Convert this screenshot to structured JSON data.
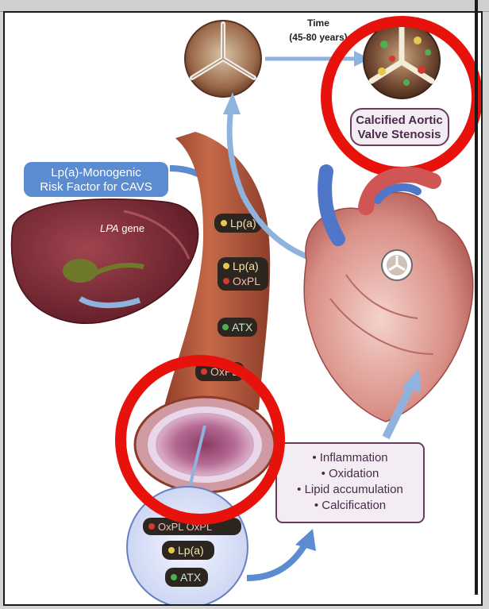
{
  "time_label": "Time",
  "time_range": "(45-80 years)",
  "calcified_label_line1": "Calcified Aortic",
  "calcified_label_line2": "Valve Stenosis",
  "risk_label_line1": "Lp(a)-Monogenic",
  "risk_label_line2": "Risk Factor for CAVS",
  "gene_label_italic": "LPA",
  "gene_label_rest": " gene",
  "vessel_labels": {
    "lpa_1": "Lp(a)",
    "lpa_2": "Lp(a)",
    "oxpl_1": "OxPL",
    "atx_1": "ATX",
    "oxpl_2": "OxPL"
  },
  "circle_labels": {
    "oxpl_pair": "OxPL  OxPL",
    "lpa": "Lp(a)",
    "atx": "ATX"
  },
  "process_box": {
    "items": [
      "• Inflammation",
      "• Oxidation",
      "• Lipid accumulation",
      "• Calcification"
    ]
  },
  "colors": {
    "annotation_red": "#e8120c",
    "vessel": "#b5583e",
    "liver": "#7a2430",
    "arrow_blue": "#8fb3dd",
    "label_box_blue": "#5b8bd0",
    "box_border": "#6b3b5c",
    "dot_yellow": "#e6c84a",
    "dot_red": "#d33a2f",
    "dot_green": "#4caf50"
  }
}
